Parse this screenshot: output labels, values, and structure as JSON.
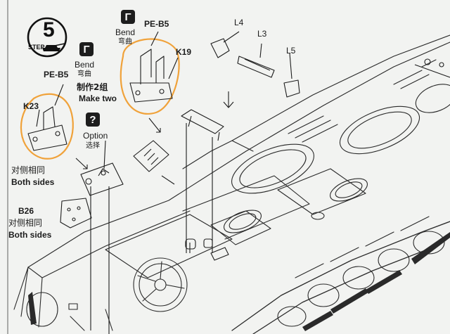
{
  "step": {
    "word": "STEP",
    "number": "5"
  },
  "callouts": {
    "bend_top": {
      "en": "Bend",
      "cn": "弯曲"
    },
    "pe_b5_top": "PE-B5",
    "k19": "K19",
    "bend_left": {
      "en": "Bend",
      "cn": "弯曲"
    },
    "pe_b5_left": "PE-B5",
    "make_two": {
      "cn": "制作2组",
      "en": "Make two"
    },
    "k23": "K23",
    "option": {
      "mark": "?",
      "en": "Option",
      "cn": "选择"
    },
    "both_sides_1": {
      "cn": "对侧相同",
      "en": "Both sides"
    },
    "b26": "B26",
    "both_sides_2": {
      "cn": "对侧相同",
      "en": "Both sides"
    },
    "l4": "L4",
    "l3": "L3",
    "l5": "L5"
  },
  "colors": {
    "paper": "#f2f3f1",
    "ink": "#1c1c1c",
    "highlight": "#f0a23a"
  }
}
